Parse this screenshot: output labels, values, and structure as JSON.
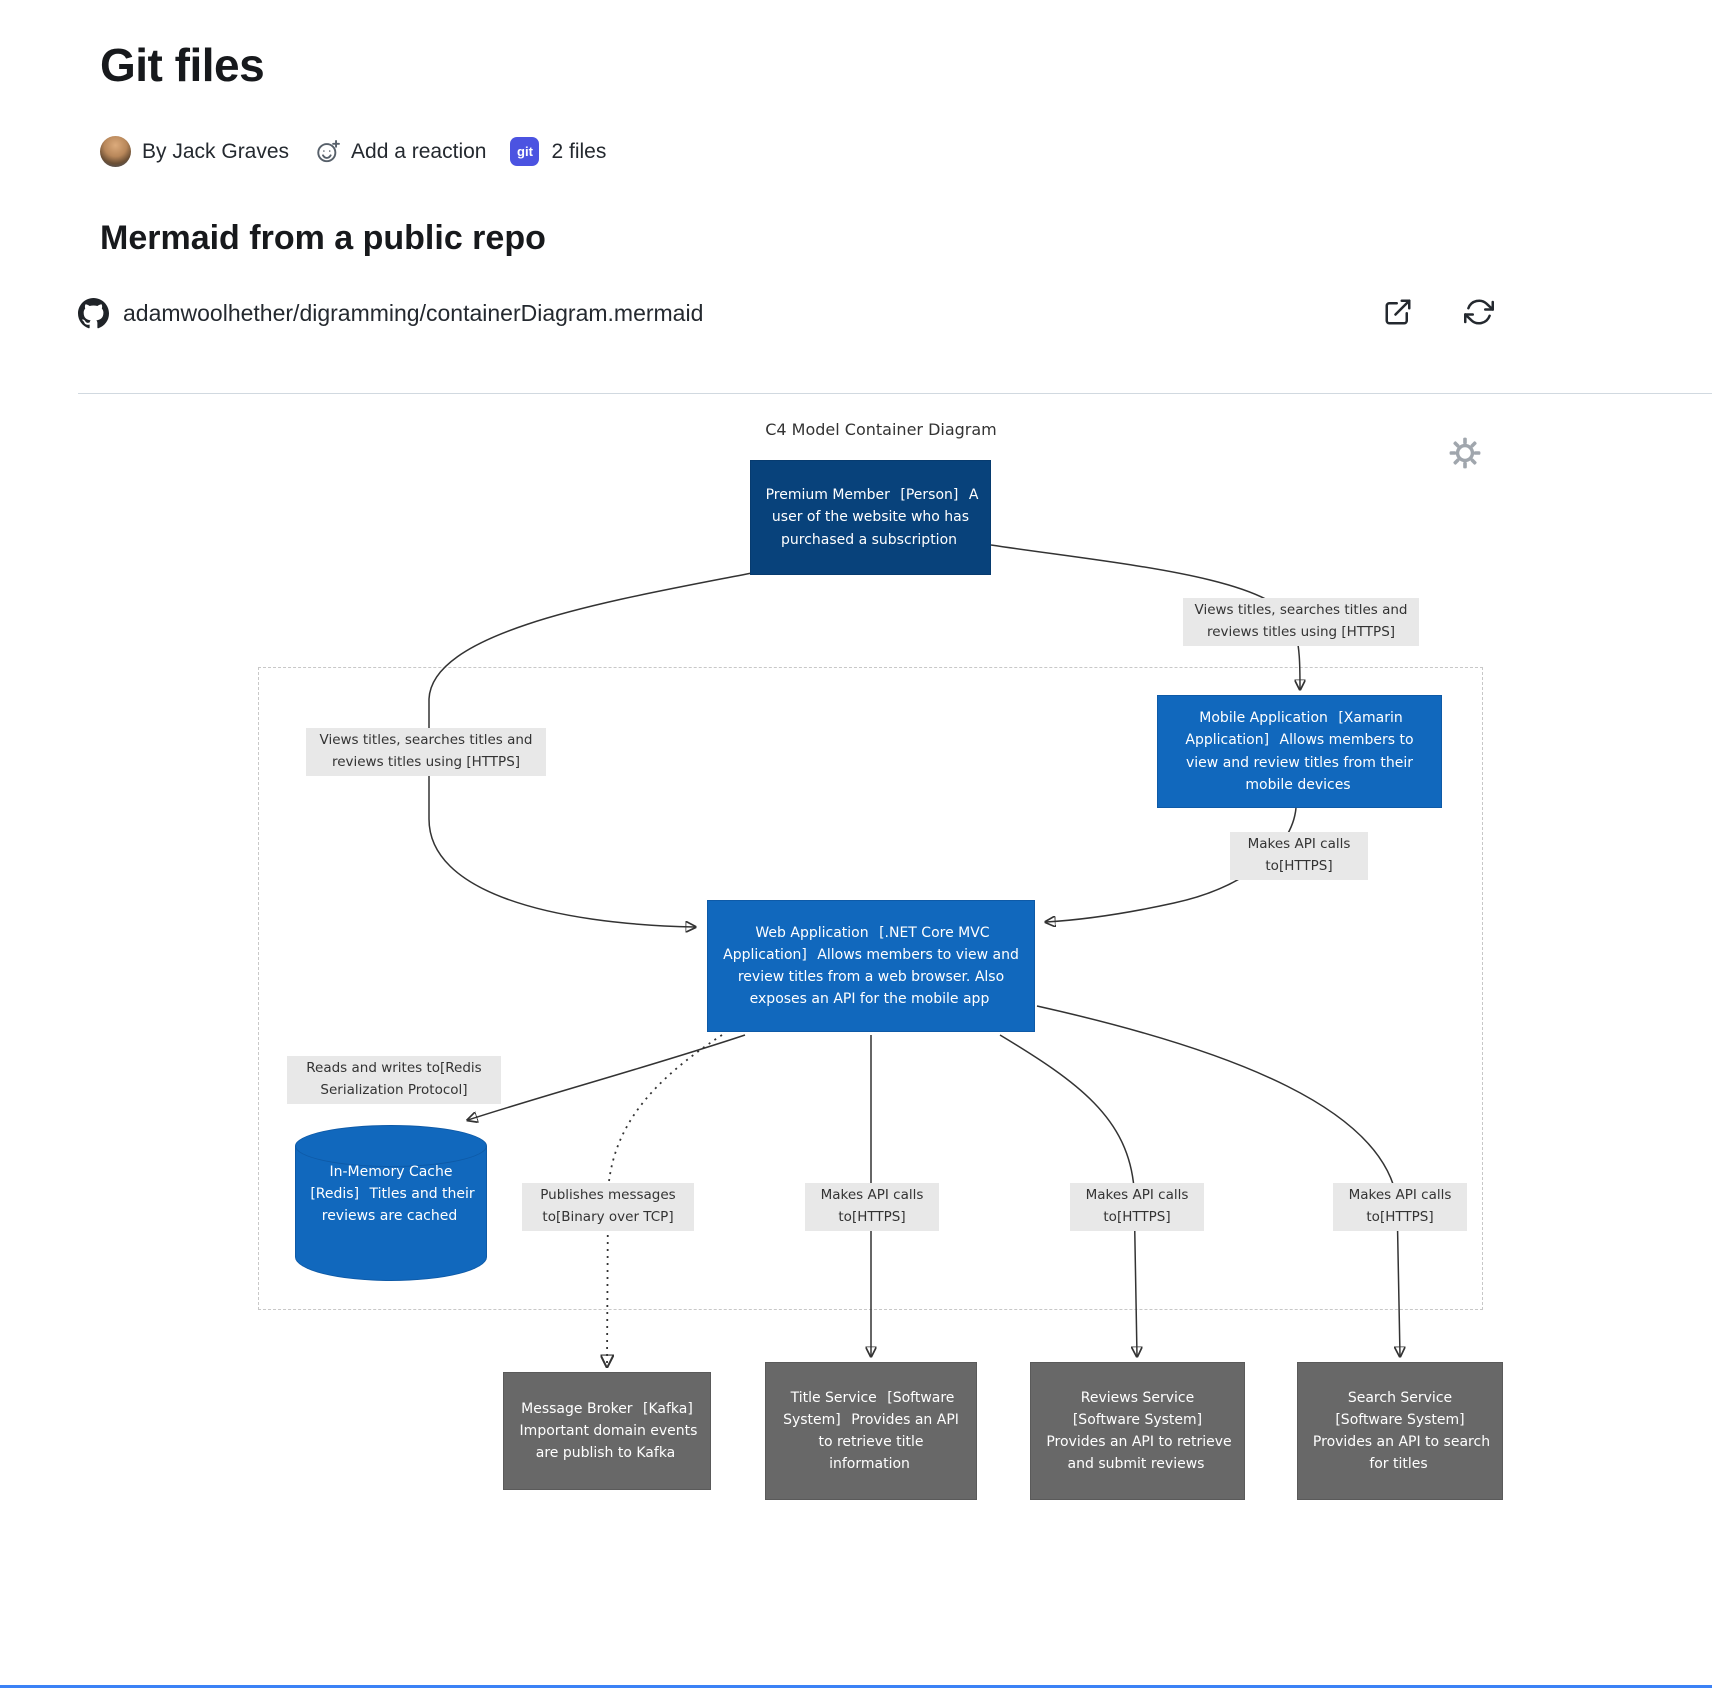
{
  "header": {
    "title": "Git files",
    "byline": "By Jack Graves",
    "add_reaction": "Add a reaction",
    "git_badge": "git",
    "files_count": "2 files",
    "section_title": "Mermaid from a public repo",
    "repo_path": "adamwoolhether/digramming/containerDiagram.mermaid"
  },
  "diagram": {
    "title": "C4 Model Container Diagram",
    "nodes": {
      "premium_member": {
        "name": "Premium Member",
        "type": "[Person]",
        "desc": "A user of the website who has purchased a subscription"
      },
      "mobile_app": {
        "name": "Mobile Application",
        "type": "[Xamarin Application]",
        "desc": "Allows members to view and review titles from their mobile devices"
      },
      "web_app": {
        "name": "Web Application",
        "type": "[.NET Core MVC Application]",
        "desc": "Allows members to view and review titles from a web browser. Also exposes an API for the mobile app"
      },
      "cache": {
        "name": "In-Memory Cache",
        "type": "[Redis]",
        "desc": "Titles and their reviews are cached"
      },
      "message_broker": {
        "name": "Message Broker",
        "type": "[Kafka]",
        "desc": "Important domain events are publish to Kafka"
      },
      "title_service": {
        "name": "Title Service",
        "type": "[Software System]",
        "desc": "Provides an API to retrieve title information"
      },
      "reviews_service": {
        "name": "Reviews Service",
        "type": "[Software System]",
        "desc": "Provides an API to retrieve and submit reviews"
      },
      "search_service": {
        "name": "Search Service",
        "type": "[Software System]",
        "desc": "Provides an API to search for titles"
      }
    },
    "edges": {
      "premium_to_mobile": "Views titles, searches titles and\nreviews titles using [HTTPS]",
      "premium_to_web": "Views titles, searches titles and\nreviews titles using [HTTPS]",
      "mobile_to_web": "Makes API calls\nto[HTTPS]",
      "web_to_cache": "Reads and writes to[Redis\nSerialization Protocol]",
      "web_to_broker": "Publishes messages\nto[Binary over TCP]",
      "web_to_title": "Makes API calls\nto[HTTPS]",
      "web_to_reviews": "Makes API calls\nto[HTTPS]",
      "web_to_search": "Makes API calls\nto[HTTPS]"
    },
    "colors": {
      "person": "#08427b",
      "container": "#1168bd",
      "external_system": "#686868",
      "edge_label_bg": "#e8e8e8",
      "edge_stroke": "#333333"
    }
  }
}
